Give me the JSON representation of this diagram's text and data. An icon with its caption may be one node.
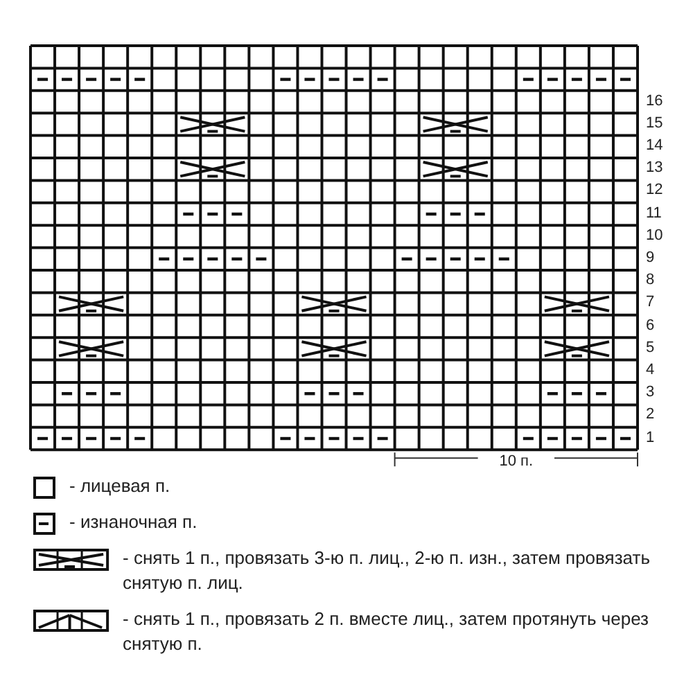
{
  "diagram": {
    "labels": [
      "16",
      "15",
      "14",
      "13",
      "12",
      "11",
      "10",
      "9",
      "8",
      "7",
      "6",
      "5",
      "4",
      "3",
      "2",
      "1",
      "10 п."
    ],
    "legend": [
      {
        "text": "- лицевая п."
      },
      {
        "text": "- изнаночная п."
      },
      {
        "text": "- снять 1 п., провязать 3-ю п. лиц., 2-ю п. изн., затем провязать снятую п. лиц."
      },
      {
        "text": "- снять 1 п., провязать 2 п. вместе лиц., затем протянуть через снятую п."
      }
    ]
  }
}
